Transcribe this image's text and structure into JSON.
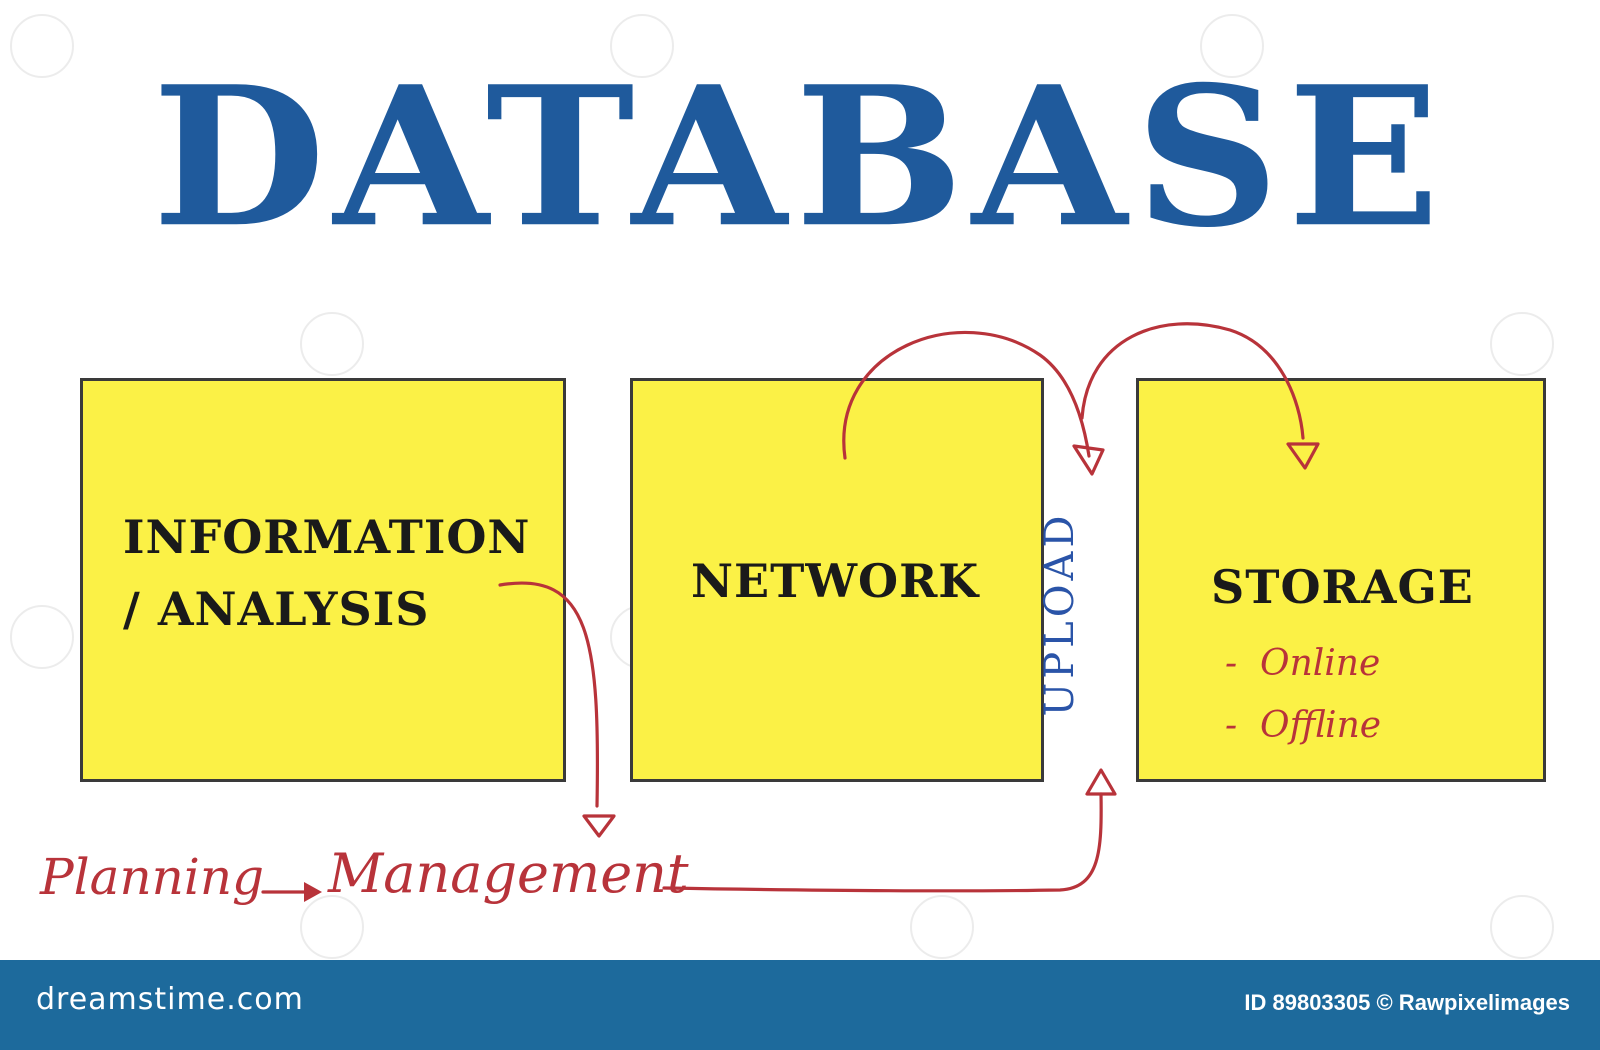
{
  "title": "DATABASE",
  "boxes": [
    {
      "label": "INFORMATION\n/ ANALYSIS"
    },
    {
      "label": "NETWORK"
    },
    {
      "label": "STORAGE",
      "items": [
        "-  Online",
        "-  Offline"
      ]
    }
  ],
  "upload_label": "UPLOAD",
  "flow": {
    "planning": "Planning",
    "management": "Management"
  },
  "footer": {
    "brand": "dreamstime.com",
    "id_text": "ID 89803305 © Rawpixelimages"
  },
  "colors": {
    "title": "#1f5a9c",
    "note_fill": "#fbf146",
    "note_border": "#3a3a3a",
    "handwriting": "#b8333a",
    "upload": "#2a54a8",
    "footer_bg": "#1d6a9c"
  }
}
